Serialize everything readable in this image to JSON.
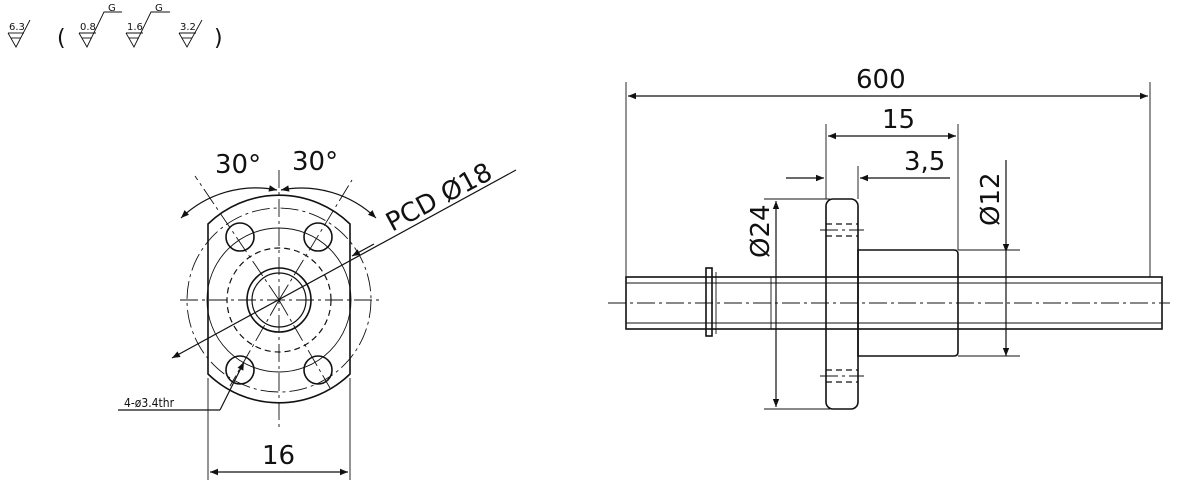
{
  "surface_finish": {
    "general_value": "6.3",
    "open_paren": "(",
    "close_paren": ")",
    "symbols": [
      {
        "value": "0.8",
        "process": "G"
      },
      {
        "value": "1.6",
        "process": "G"
      },
      {
        "value": "3.2",
        "process": ""
      }
    ]
  },
  "front_view": {
    "angle_left": "30°",
    "angle_right": "30°",
    "pcd_label": "PCD Ø18",
    "hole_note": "4-ø3.4thr",
    "width_dim": "16"
  },
  "side_view": {
    "length_dim": "600",
    "nut_length_dim": "15",
    "flange_thickness_dim": "3,5",
    "flange_diameter_dim": "Ø24",
    "shaft_diameter_dim": "Ø12"
  }
}
